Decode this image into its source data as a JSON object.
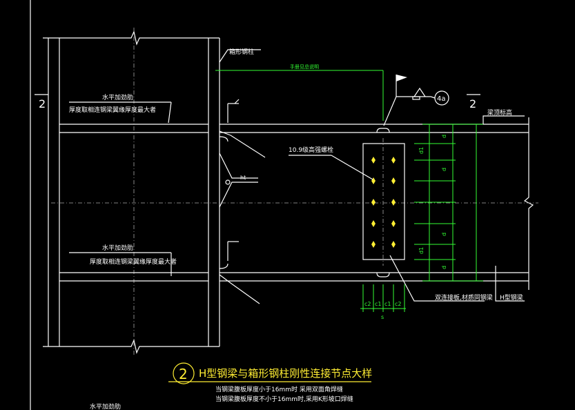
{
  "labels": {
    "box_column": "箱形钢柱",
    "horiz_stiffener_top": "水平加劲肋",
    "stiffener_note_top": "厚度取相连钢梁翼缘厚度最大者",
    "horiz_stiffener_bot": "水平加劲肋",
    "stiffener_note_bot": "厚度取相连钢梁翼缘厚度最大者",
    "bolt_label": "10.9级高强螺栓",
    "plate_label": "双连接板,材质同钢梁",
    "h_beam": "H型钢梁",
    "beam_top": "梁顶标高",
    "weld_symbol": "4a",
    "section_mark_left": "2",
    "section_mark_right": "2",
    "dim_d": "d",
    "dim_d1": "d1",
    "dim_c2": "c2",
    "dim_c1": "c1",
    "dim_s": "s",
    "dim_top": "手册见总说明",
    "weld_ht": "ht",
    "note_bottom": "水平加劲肋"
  },
  "title": {
    "number": "2",
    "main": "H型钢梁与箱形钢柱刚性连接节点大样",
    "note1": "当钢梁腹板厚度小于16mm时 采用双面角焊缝",
    "note2": "当钢梁腹板厚度不小于16mm时,采用K形坡口焊缝"
  },
  "colors": {
    "line": "#ffffff",
    "dimension": "#33ff33",
    "bolt": "#ffee33",
    "title": "#ffee33",
    "background": "#000000"
  }
}
